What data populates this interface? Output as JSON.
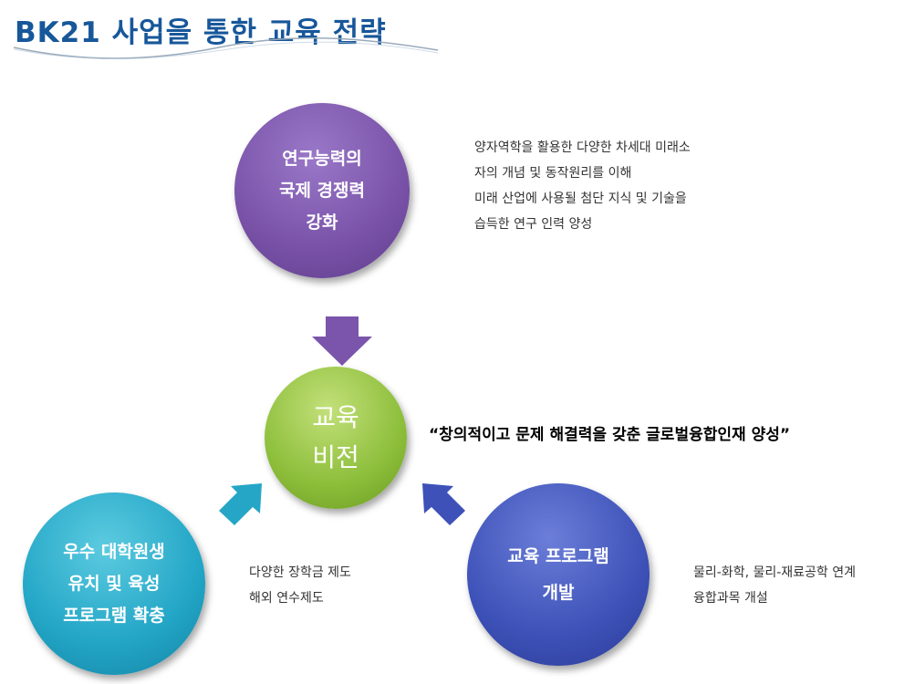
{
  "title": "BK21 사업을 통한 교육 전략",
  "nodes": {
    "research": {
      "label": "연구능력의\n국제 경쟁력\n강화",
      "color": "#7952a8",
      "notes": [
        "양자역학을 활용한 다양한 차세대 미래소",
        "자의 개념 및 동작원리를 이해",
        "미래 산업에 사용될 첨단 지식 및 기술을",
        "습득한 연구 인력 양성"
      ]
    },
    "vision": {
      "label": "교육\n비전",
      "color": "#8cbe3a"
    },
    "students": {
      "label": "우수 대학원생\n유치 및 육성\n프로그램 확충",
      "color": "#22a5c6",
      "notes": [
        "다양한 장학금 제도",
        "해외 연수제도"
      ]
    },
    "program": {
      "label": "교육 프로그램\n개발",
      "color": "#3d51b8",
      "notes": [
        "물리-화학, 물리-재료공학 연계",
        "융합과목 개설"
      ]
    }
  },
  "vision_statement": "“창의적이고 문제 해결력을 갖춘 글로벌융합인재 양성”"
}
